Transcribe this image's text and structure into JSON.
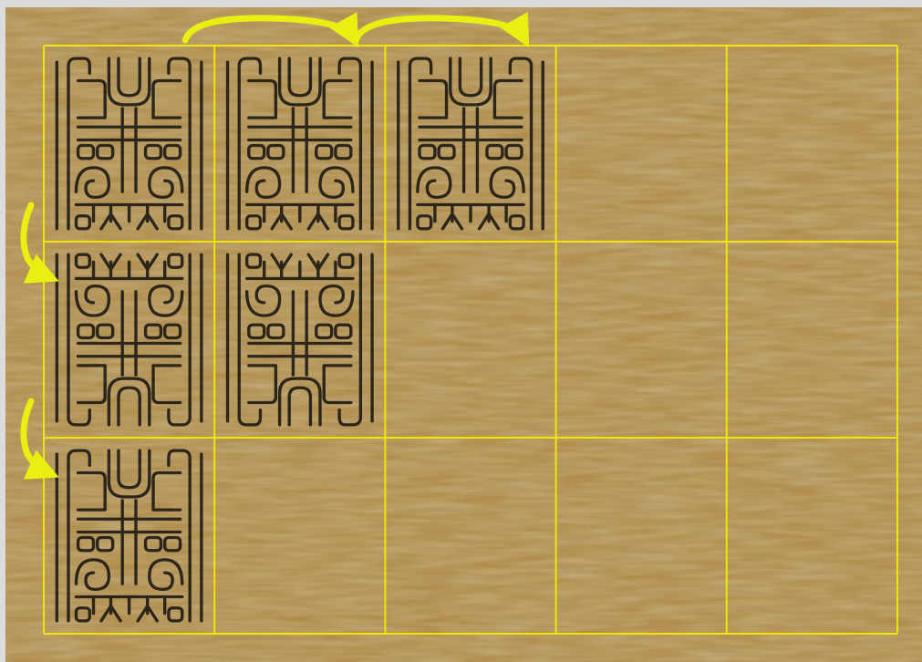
{
  "title": "",
  "colors": {
    "frame_bg": "#dcdcdc",
    "bark_base": "#b08d4c",
    "bark_light": "#cdb07a",
    "bark_dark": "#7a5c2c",
    "grid_line": "#f2e600",
    "arrow": "#e9ef10",
    "motif_ink": "#1d1a14"
  },
  "grid": {
    "rows": 3,
    "cols": 5
  },
  "tiles": [
    {
      "row": 0,
      "col": 0,
      "orientation": "upright"
    },
    {
      "row": 0,
      "col": 1,
      "orientation": "upright"
    },
    {
      "row": 0,
      "col": 2,
      "orientation": "upright"
    },
    {
      "row": 1,
      "col": 0,
      "orientation": "flipped-vertical"
    },
    {
      "row": 1,
      "col": 1,
      "orientation": "flipped-vertical"
    },
    {
      "row": 2,
      "col": 0,
      "orientation": "upright"
    }
  ],
  "arrows": [
    {
      "from": "row0-col0",
      "to": "row0-col1",
      "direction": "right"
    },
    {
      "from": "row0-col1",
      "to": "row0-col2",
      "direction": "right"
    },
    {
      "from": "row0-col0",
      "to": "row1-col0",
      "direction": "down"
    },
    {
      "from": "row1-col0",
      "to": "row2-col0",
      "direction": "down"
    }
  ],
  "icons": {
    "motif": "tapa-motif-icon",
    "arrow": "curved-arrow-icon"
  }
}
